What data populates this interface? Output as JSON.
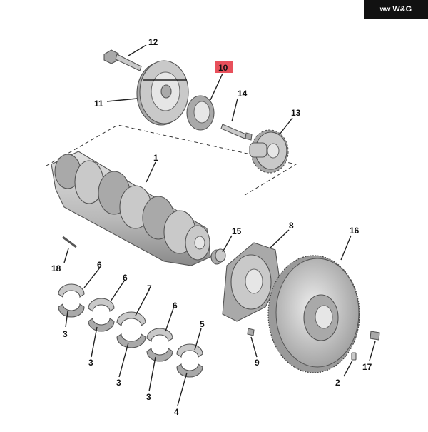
{
  "watermark": {
    "brand": "W&G",
    "mark": "ᴡᴡ"
  },
  "callouts": {
    "c1": "1",
    "c2": "2",
    "c3a": "3",
    "c3b": "3",
    "c3c": "3",
    "c3d": "3",
    "c4": "4",
    "c5": "5",
    "c6a": "6",
    "c6b": "6",
    "c6c": "6",
    "c7": "7",
    "c8": "8",
    "c9": "9",
    "c10": "10",
    "c11": "11",
    "c12": "12",
    "c13": "13",
    "c14": "14",
    "c15": "15",
    "c16": "16",
    "c17": "17",
    "c18": "18"
  },
  "highlight_color": "#e8505b"
}
